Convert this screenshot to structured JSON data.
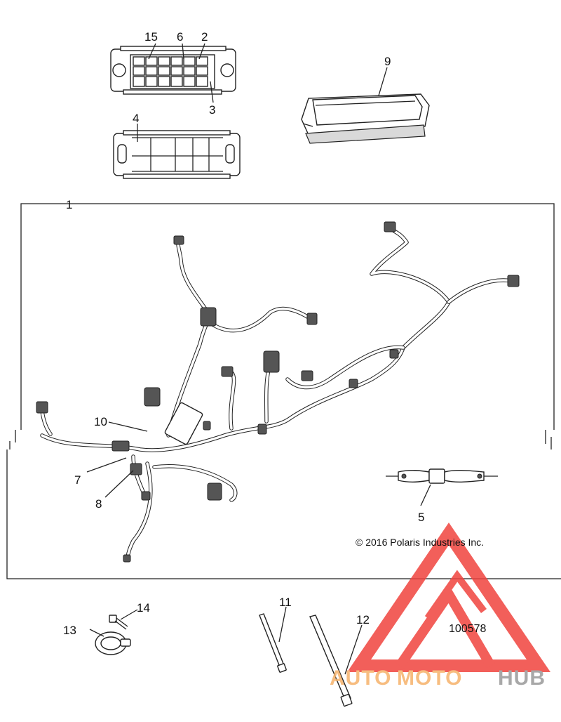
{
  "diagram": {
    "callouts": [
      {
        "id": "1",
        "label": "1"
      },
      {
        "id": "2",
        "label": "2"
      },
      {
        "id": "3",
        "label": "3"
      },
      {
        "id": "4",
        "label": "4"
      },
      {
        "id": "5",
        "label": "5"
      },
      {
        "id": "6",
        "label": "6"
      },
      {
        "id": "7",
        "label": "7"
      },
      {
        "id": "8",
        "label": "8"
      },
      {
        "id": "9",
        "label": "9"
      },
      {
        "id": "10",
        "label": "10"
      },
      {
        "id": "11",
        "label": "11"
      },
      {
        "id": "12",
        "label": "12"
      },
      {
        "id": "13",
        "label": "13"
      },
      {
        "id": "14",
        "label": "14"
      },
      {
        "id": "15",
        "label": "15"
      }
    ],
    "copyright": "© 2016 Polaris Industries Inc.",
    "part_number": "100578"
  },
  "watermark": {
    "auto": "AUTO",
    "moto": "MOTO",
    "hub": "HUB",
    "colors": {
      "triangle": "#f0443e",
      "auto": "#f6b26b",
      "moto": "#f6b26b",
      "hub": "#9a9a9a"
    }
  }
}
